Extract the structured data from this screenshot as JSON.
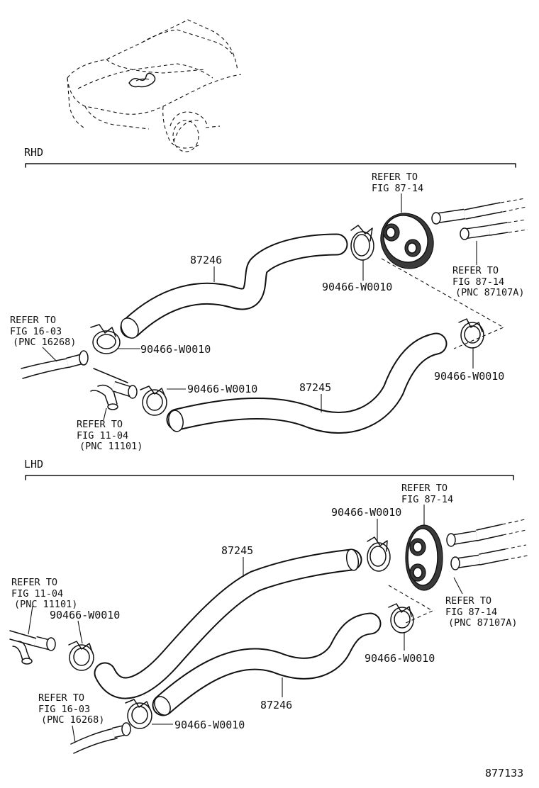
{
  "sections": {
    "rhd": "RHD",
    "lhd": "LHD"
  },
  "figure_number": "877133",
  "rhd": {
    "part_87246": "87246",
    "part_87245": "87245",
    "clamp_top": "90466-W0010",
    "clamp_left": "90466-W0010",
    "clamp_lower": "90466-W0010",
    "clamp_right": "90466-W0010",
    "ref_grommet": [
      "REFER TO",
      "FIG 87-14"
    ],
    "ref_pipes": [
      "REFER TO",
      "FIG 87-14",
      "(PNC 87107A)"
    ],
    "ref_left_upper": [
      "REFER TO",
      "FIG 16-03",
      "(PNC 16268)"
    ],
    "ref_left_lower": [
      "REFER TO",
      "FIG 11-04",
      "(PNC 11101)"
    ]
  },
  "lhd": {
    "part_87245": "87245",
    "part_87246": "87246",
    "clamp_top": "90466-W0010",
    "clamp_left": "90466-W0010",
    "clamp_lower": "90466-W0010",
    "clamp_right": "90466-W0010",
    "ref_grommet": [
      "REFER TO",
      "FIG 87-14"
    ],
    "ref_pipes": [
      "REFER TO",
      "FIG 87-14",
      "(PNC 87107A)"
    ],
    "ref_left_upper": [
      "REFER TO",
      "FIG 11-04",
      "(PNC 11101)"
    ],
    "ref_left_lower": [
      "REFER TO",
      "FIG 16-03",
      "(PNC 16268)"
    ]
  }
}
